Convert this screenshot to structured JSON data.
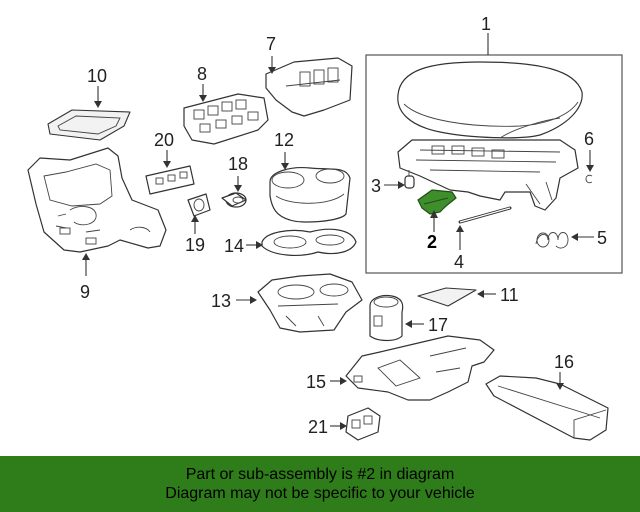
{
  "callouts": {
    "c1": "1",
    "c2": "2",
    "c3": "3",
    "c4": "4",
    "c5": "5",
    "c6": "6",
    "c7": "7",
    "c8": "8",
    "c9": "9",
    "c10": "10",
    "c11": "11",
    "c12": "12",
    "c13": "13",
    "c14": "14",
    "c15": "15",
    "c16": "16",
    "c17": "17",
    "c18": "18",
    "c19": "19",
    "c20": "20",
    "c21": "21"
  },
  "highlighted_part": "2",
  "colors": {
    "highlight": "#3e8f2c",
    "banner": "#2f7d1a"
  },
  "banner": {
    "line1": "Part or sub-assembly is #2 in diagram",
    "line2": "Diagram may not be specific to your vehicle"
  }
}
